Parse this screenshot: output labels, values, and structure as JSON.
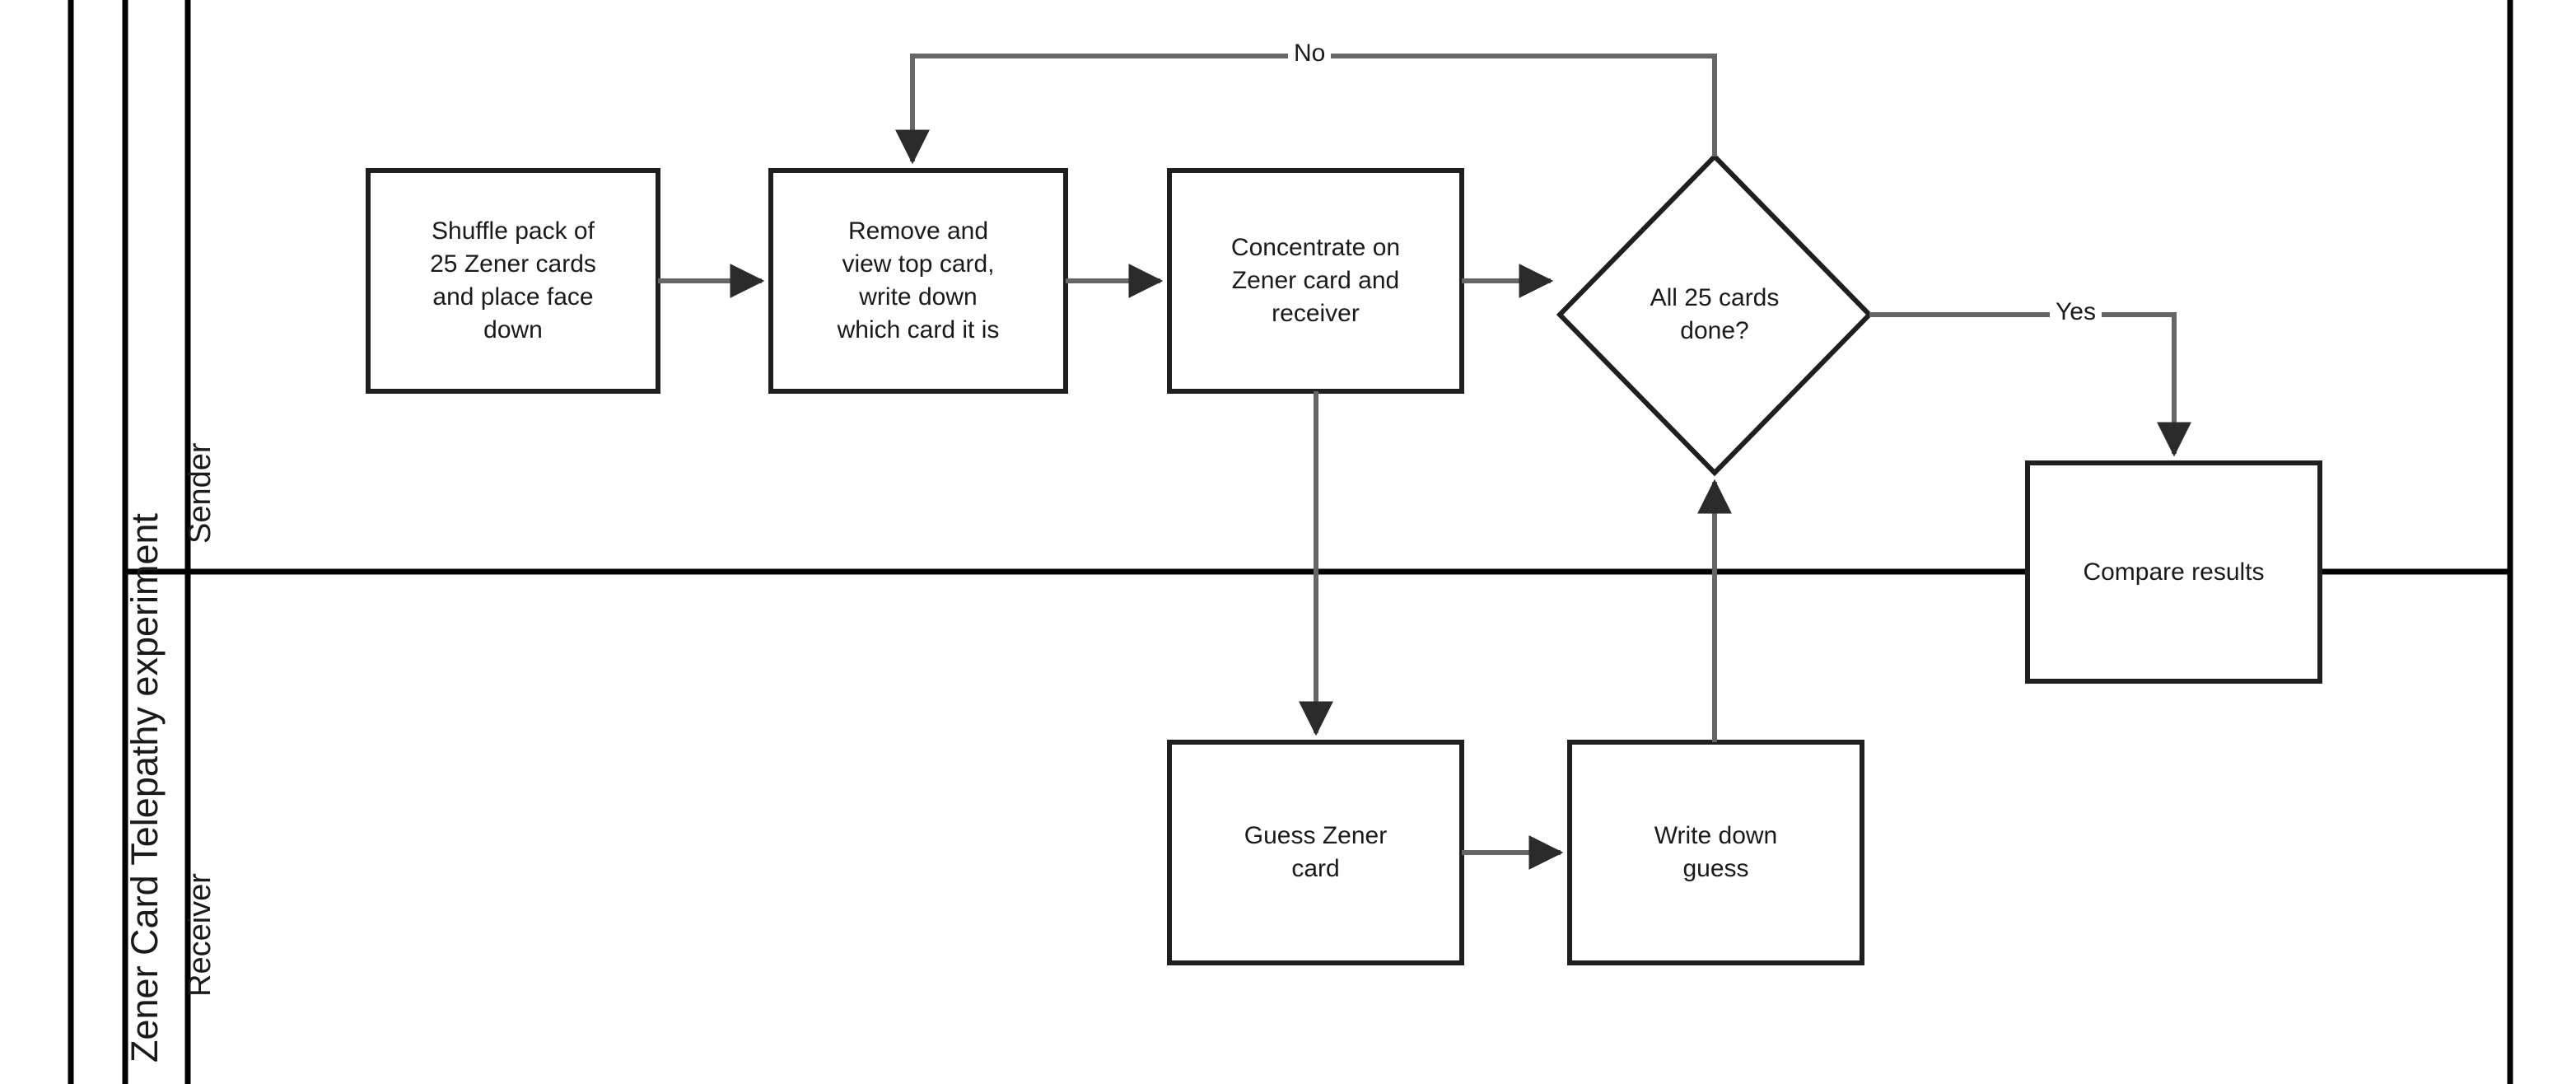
{
  "diagram": {
    "type": "swimlane-flowchart",
    "pool_title": "Zener Card Telepathy experiment",
    "lanes": [
      {
        "id": "sender",
        "label": "Sender"
      },
      {
        "id": "receiver",
        "label": "Receiver"
      }
    ],
    "nodes": [
      {
        "id": "shuffle",
        "lane": "sender",
        "shape": "process",
        "label": "Shuffle pack of\n25 Zener cards\nand place face\ndown"
      },
      {
        "id": "remove",
        "lane": "sender",
        "shape": "process",
        "label": "Remove and\nview top card,\nwrite down\nwhich card it is"
      },
      {
        "id": "concentrate",
        "lane": "sender",
        "shape": "process",
        "label": "Concentrate on\nZener card and\nreceiver"
      },
      {
        "id": "alldone",
        "lane": "sender",
        "shape": "decision",
        "label": "All 25 cards\ndone?"
      },
      {
        "id": "compare",
        "lane": "sender",
        "shape": "process",
        "label": "Compare results"
      },
      {
        "id": "guess",
        "lane": "receiver",
        "shape": "process",
        "label": "Guess Zener\ncard"
      },
      {
        "id": "writedown",
        "lane": "receiver",
        "shape": "process",
        "label": "Write down\nguess"
      }
    ],
    "edges": [
      {
        "from": "shuffle",
        "to": "remove",
        "label": ""
      },
      {
        "from": "remove",
        "to": "concentrate",
        "label": ""
      },
      {
        "from": "concentrate",
        "to": "alldone",
        "label": ""
      },
      {
        "from": "concentrate",
        "to": "guess",
        "label": ""
      },
      {
        "from": "guess",
        "to": "writedown",
        "label": ""
      },
      {
        "from": "writedown",
        "to": "alldone",
        "label": ""
      },
      {
        "from": "alldone",
        "to": "remove",
        "label": "No"
      },
      {
        "from": "alldone",
        "to": "compare",
        "label": "Yes"
      }
    ],
    "edge_labels": {
      "no": "No",
      "yes": "Yes"
    },
    "colors": {
      "shape_stroke": "#1f1f1f",
      "shape_fill": "#ffffff",
      "connector": "#666666",
      "lane_border": "#000000",
      "text": "#1a1a1a",
      "background": "#ffffff"
    }
  }
}
